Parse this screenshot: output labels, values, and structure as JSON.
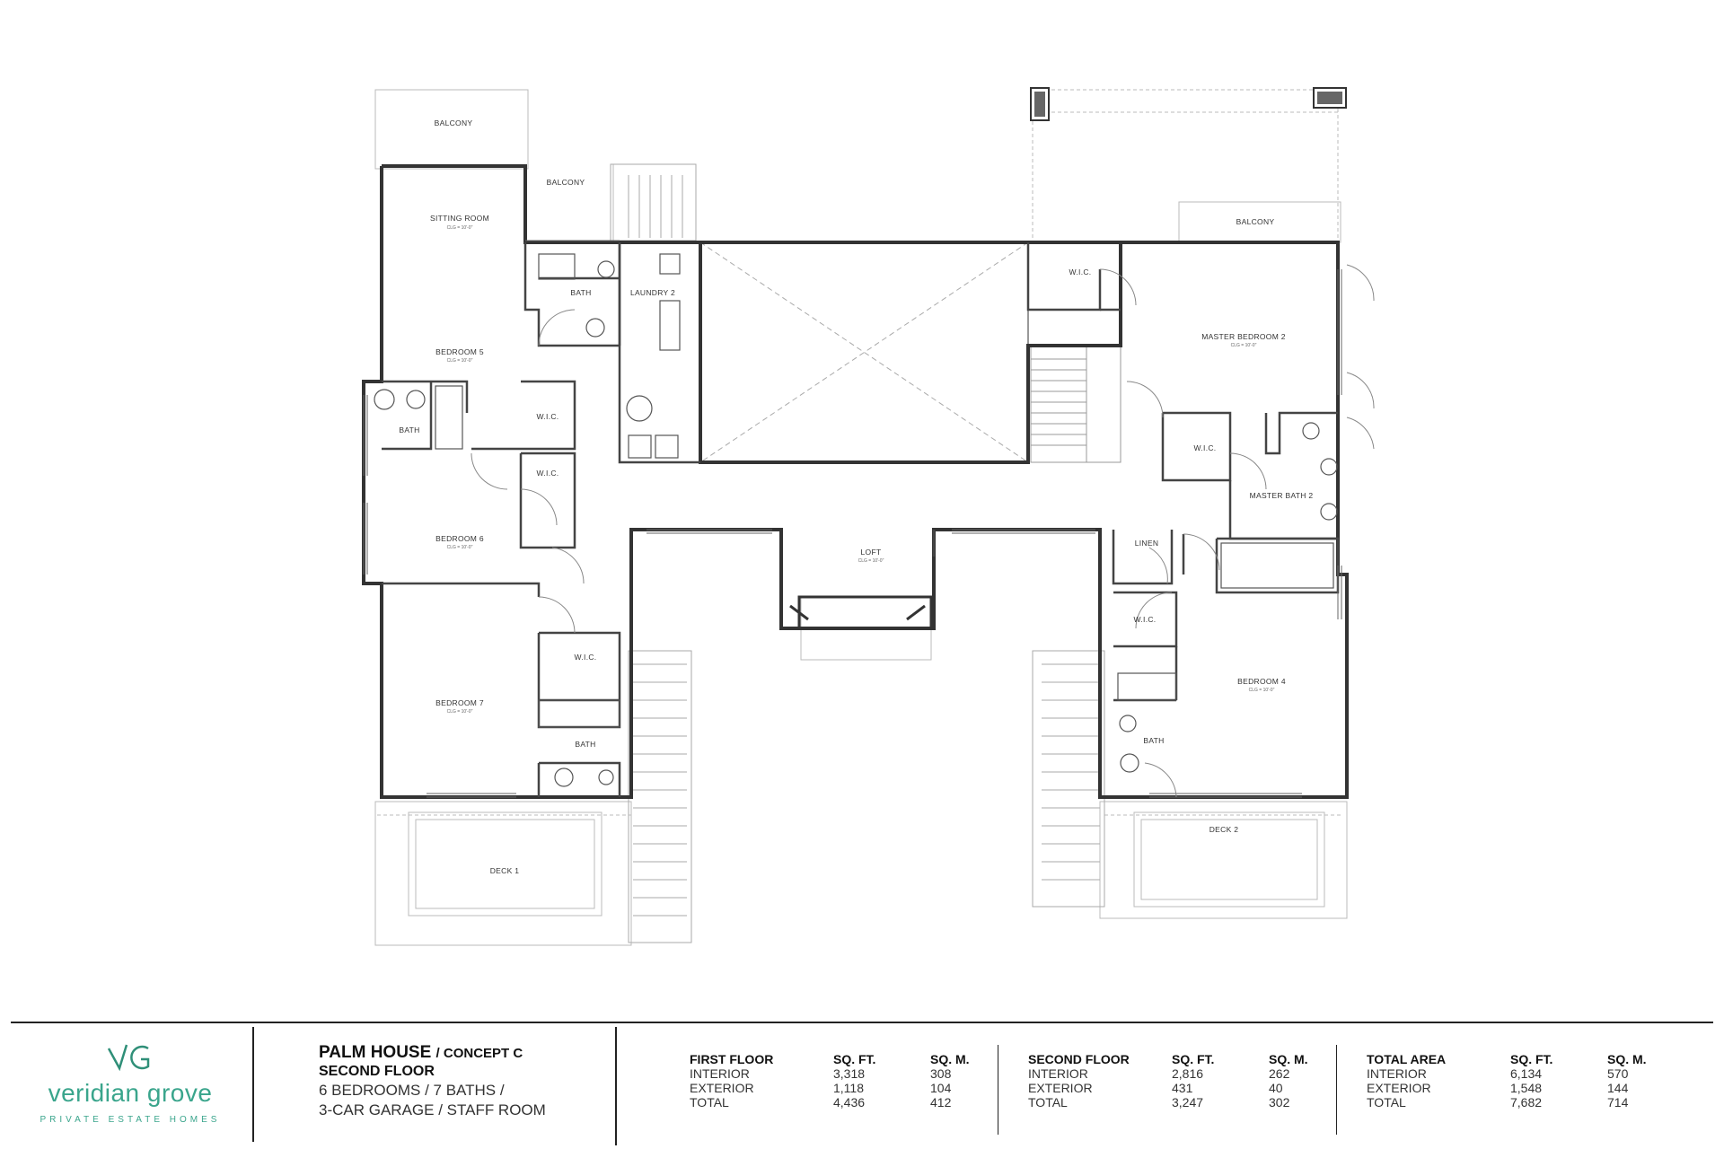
{
  "plan": {
    "rooms": {
      "balcony_nw": "BALCONY",
      "balcony_n": "BALCONY",
      "balcony_ne": "BALCONY",
      "sitting_room": "SITTING ROOM",
      "bath_1": "BATH",
      "laundry_2": "LAUNDRY 2",
      "bedroom_5": "BEDROOM 5",
      "bath_2": "BATH",
      "wic_1": "W.I.C.",
      "wic_2": "W.I.C.",
      "bedroom_6": "BEDROOM 6",
      "loft": "LOFT",
      "bedroom_7": "BEDROOM 7",
      "wic_3": "W.I.C.",
      "bath_3": "BATH",
      "deck_1": "DECK 1",
      "wic_master": "W.I.C.",
      "master_bedroom_2": "MASTER BEDROOM 2",
      "wic_4": "W.I.C.",
      "master_bath_2": "MASTER BATH 2",
      "linen": "LINEN",
      "wic_5": "W.I.C.",
      "bedroom_4": "BEDROOM 4",
      "bath_4": "BATH",
      "deck_2": "DECK 2"
    },
    "ceiling_note": "CLG = 10'-0\""
  },
  "footer": {
    "logo": {
      "name": "veridian grove",
      "tagline": "PRIVATE ESTATE HOMES",
      "accent_color": "#3aa58c"
    },
    "title": {
      "name": "PALM HOUSE",
      "concept": "/ CONCEPT C",
      "floor": "SECOND FLOOR",
      "line1": "6 BEDROOMS / 7 BATHS /",
      "line2": "3-CAR GARAGE / STAFF ROOM"
    },
    "areas": [
      {
        "heading": "FIRST FLOOR",
        "col_sqft": "SQ. FT.",
        "col_sqm": "SQ. M.",
        "rows": [
          {
            "label": "INTERIOR",
            "sqft": "3,318",
            "sqm": "308"
          },
          {
            "label": "EXTERIOR",
            "sqft": "1,118",
            "sqm": "104"
          },
          {
            "label": "TOTAL",
            "sqft": "4,436",
            "sqm": "412"
          }
        ]
      },
      {
        "heading": "SECOND FLOOR",
        "col_sqft": "SQ. FT.",
        "col_sqm": "SQ. M.",
        "rows": [
          {
            "label": "INTERIOR",
            "sqft": "2,816",
            "sqm": "262"
          },
          {
            "label": "EXTERIOR",
            "sqft": "431",
            "sqm": "40"
          },
          {
            "label": "TOTAL",
            "sqft": "3,247",
            "sqm": "302"
          }
        ]
      },
      {
        "heading": "TOTAL AREA",
        "col_sqft": "SQ. FT.",
        "col_sqm": "SQ. M.",
        "rows": [
          {
            "label": "INTERIOR",
            "sqft": "6,134",
            "sqm": "570"
          },
          {
            "label": "EXTERIOR",
            "sqft": "1,548",
            "sqm": "144"
          },
          {
            "label": "TOTAL",
            "sqft": "7,682",
            "sqm": "714"
          }
        ]
      }
    ]
  }
}
